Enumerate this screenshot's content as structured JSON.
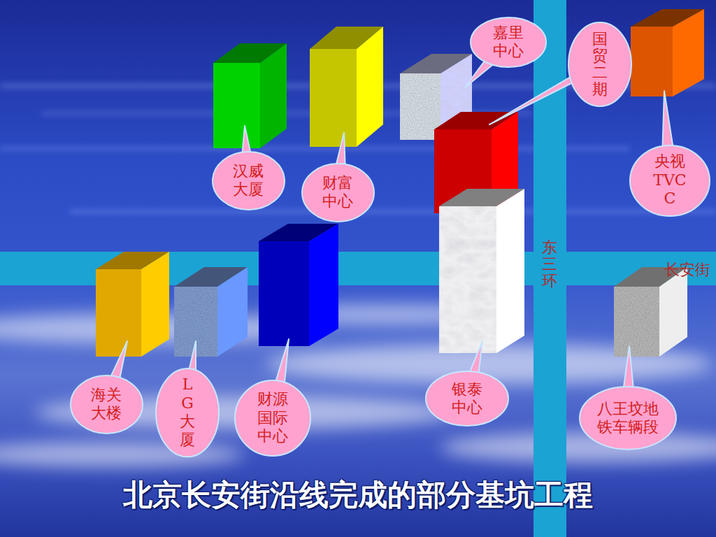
{
  "diagram": {
    "title": "北京长安街沿线完成的部分基坑工程",
    "nodes": [
      {
        "text": [
          "汉威大厦"
        ]
      },
      {
        "text": [
          "财富中心"
        ]
      },
      {
        "text": [
          "嘉里中心"
        ]
      },
      {
        "text": [
          "国贸二期"
        ]
      },
      {
        "text": [
          "央视TVCC"
        ]
      },
      {
        "text": [
          "海关大楼"
        ]
      },
      {
        "text": [
          "LG大厦"
        ]
      },
      {
        "text": [
          "财源国际中心"
        ]
      },
      {
        "text": [
          "银泰中心"
        ]
      },
      {
        "text": [
          "八王坟地铁车辆段"
        ]
      }
    ],
    "labels": [
      "东三环",
      "长安街"
    ]
  }
}
